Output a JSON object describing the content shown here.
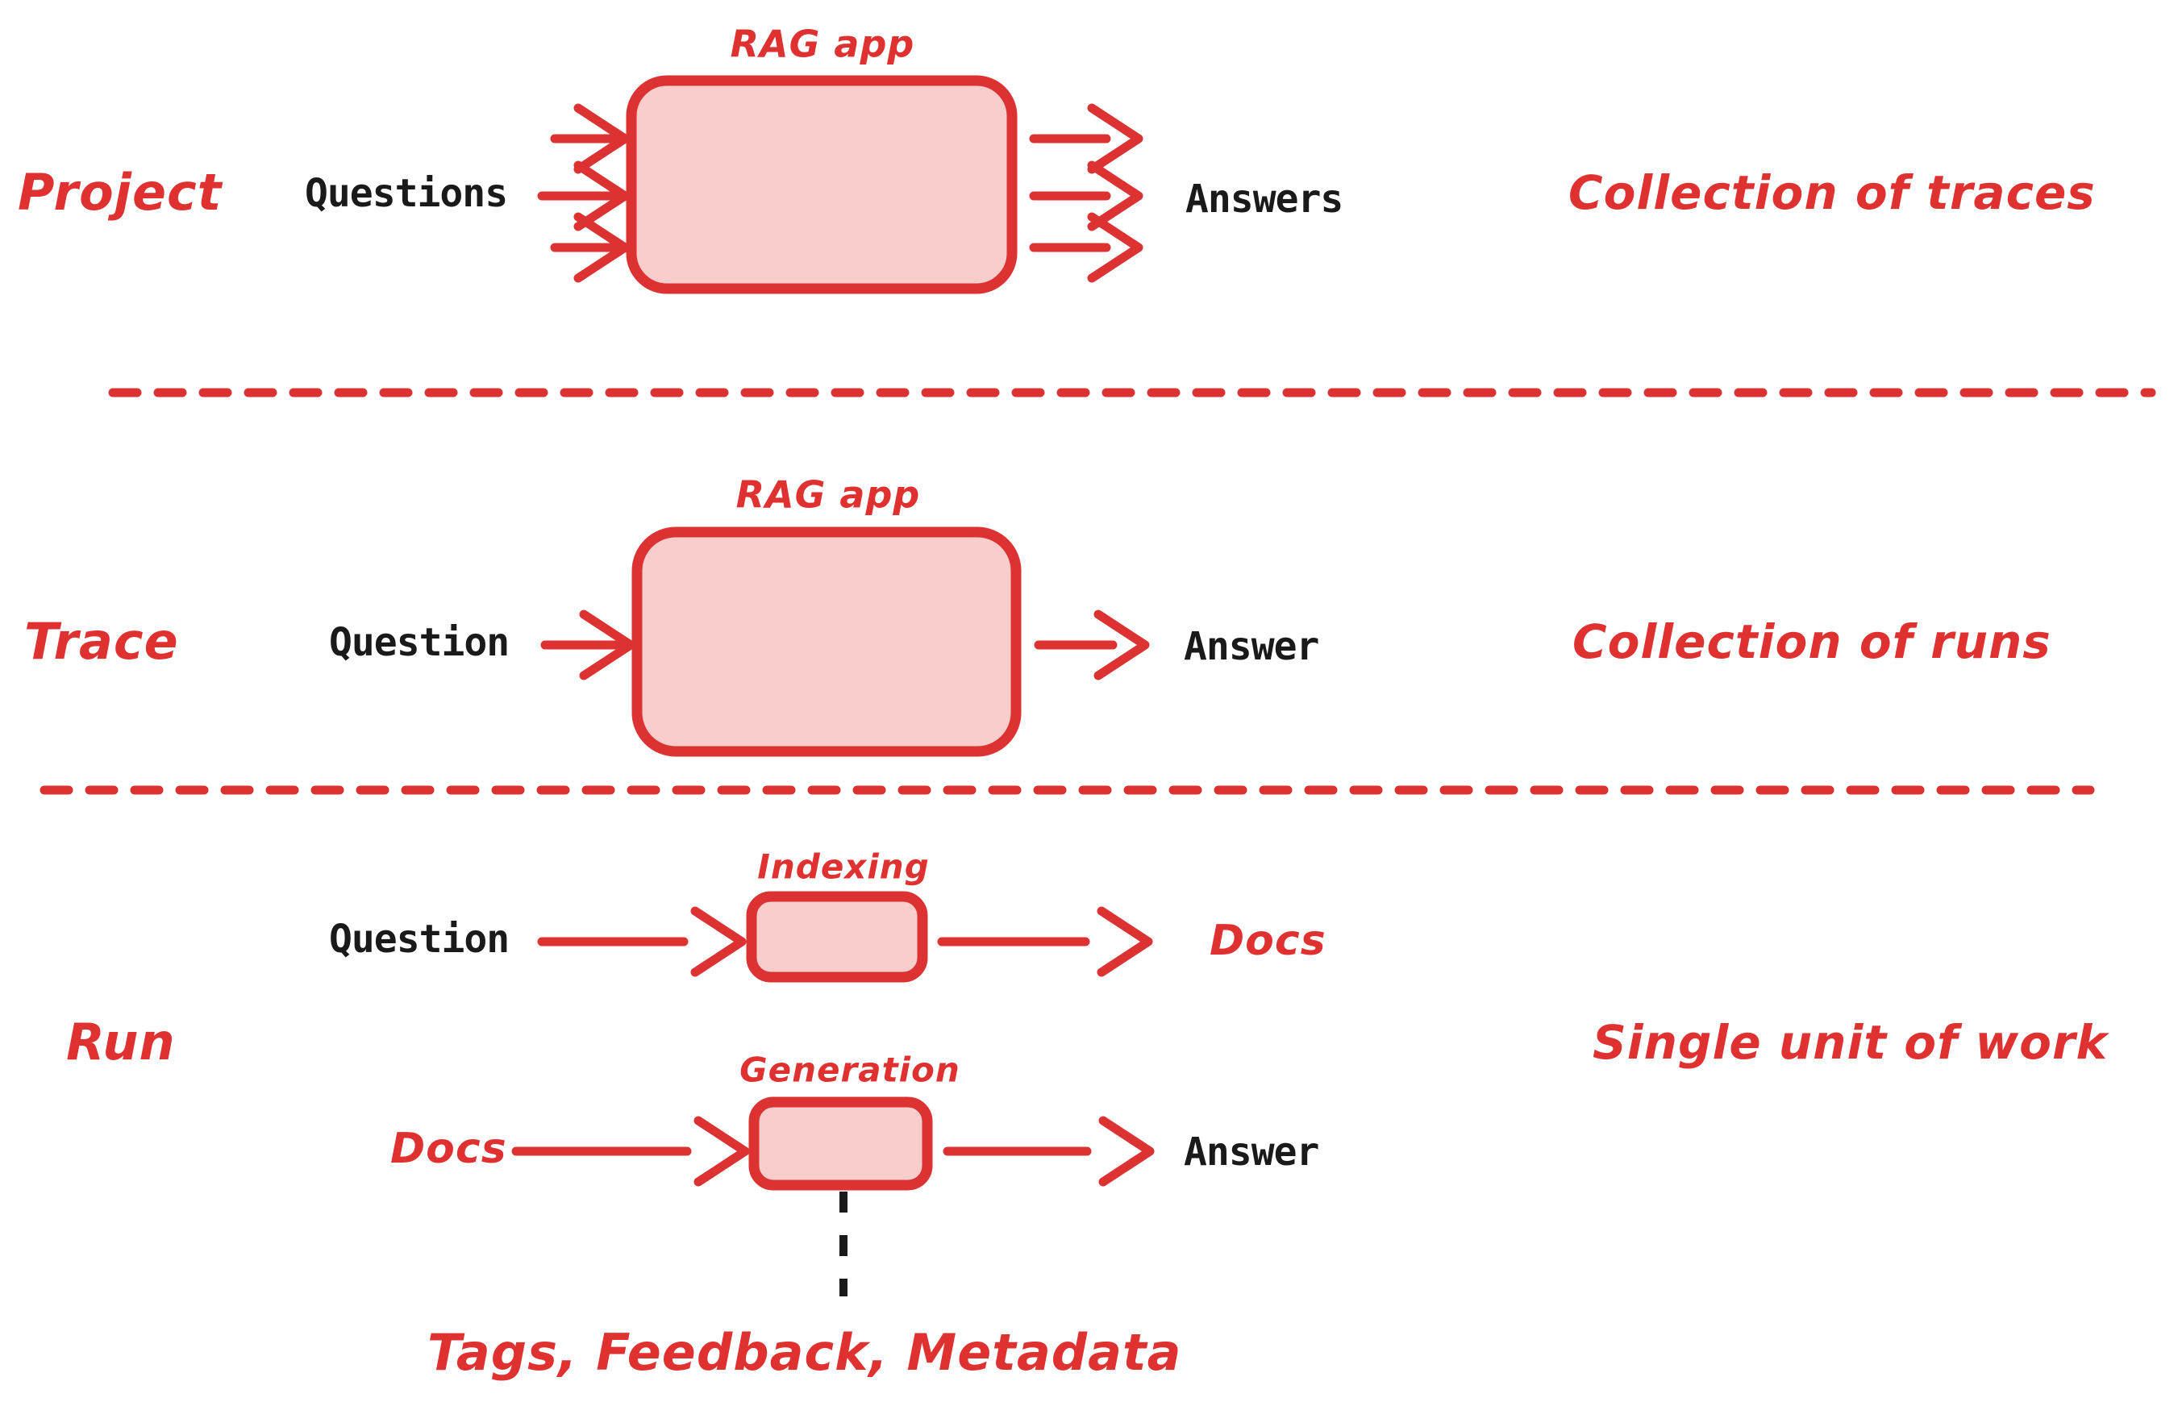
{
  "meta": {
    "title": "LangSmith tracing concepts diagram",
    "background": "#ffffff"
  },
  "colors": {
    "accent_red": "#E03131",
    "box_border": "#DC3232",
    "box_fill": "#FACDCD",
    "text_black": "#1A1A1A",
    "divider_red": "#DC3232",
    "dashed_black": "#1A1A1A"
  },
  "sections": [
    {
      "id": "project",
      "left_label": "Project",
      "right_label": "Collection of traces",
      "box_label": "RAG app",
      "input_label": "Questions",
      "output_label": "Answers",
      "input_arrow_count": 3,
      "output_arrow_count": 3
    },
    {
      "id": "trace",
      "left_label": "Trace",
      "right_label": "Collection of runs",
      "box_label": "RAG app",
      "input_label": "Question",
      "output_label": "Answer",
      "input_arrow_count": 1,
      "output_arrow_count": 1
    },
    {
      "id": "run",
      "left_label": "Run",
      "right_label": "Single unit of work",
      "rows": [
        {
          "box_label": "Indexing",
          "input_label": "Question",
          "output_label": "Docs",
          "input_color": "black",
          "output_color": "red"
        },
        {
          "box_label": "Generation",
          "input_label": "Docs",
          "output_label": "Answer",
          "input_color": "red",
          "output_color": "black"
        }
      ],
      "annotation": "Tags, Feedback, Metadata"
    }
  ],
  "dividers": [
    {
      "id": "divider-project-trace",
      "style": "dashed",
      "color": "#DC3232"
    },
    {
      "id": "divider-trace-run",
      "style": "dashed",
      "color": "#DC3232"
    }
  ]
}
